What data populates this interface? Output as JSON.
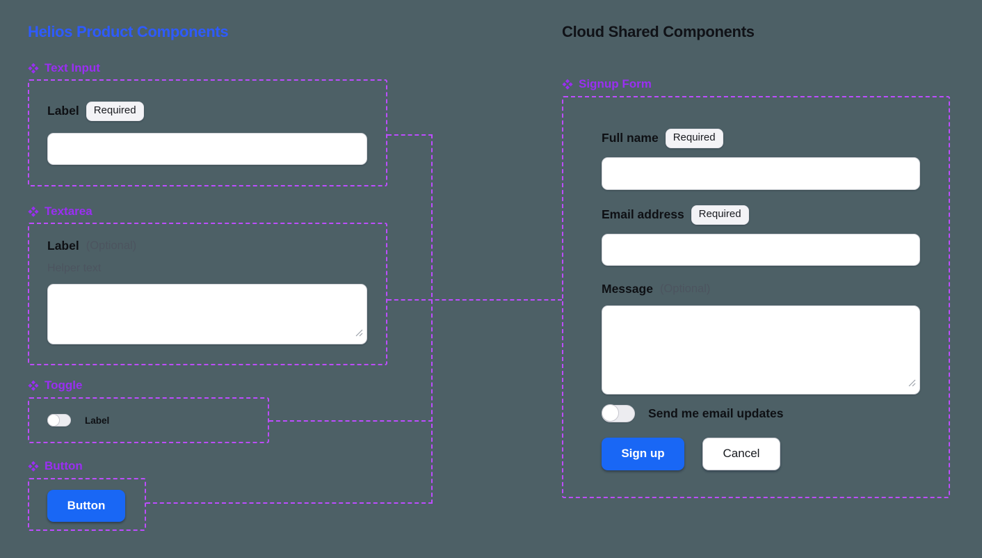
{
  "colors": {
    "background": "#4d6066",
    "component_purple_text": "#9a2ff2",
    "component_dashed_border": "#bd4dff",
    "left_title_blue": "#2e5bff",
    "right_title_black": "#101217",
    "primary_button_blue": "#1967f5",
    "muted_gray_text": "#4c545f"
  },
  "left": {
    "title": "Helios Product Components",
    "text_input": {
      "name": "Text Input",
      "field_label": "Label",
      "badge": "Required",
      "value": ""
    },
    "textarea": {
      "name": "Textarea",
      "field_label": "Label",
      "optional": "(Optional)",
      "helper": "Helper text",
      "value": ""
    },
    "toggle": {
      "name": "Toggle",
      "toggle_label": "Label",
      "state": "off"
    },
    "button": {
      "name": "Button",
      "button_label": "Button"
    }
  },
  "right": {
    "title": "Cloud Shared Components",
    "form": {
      "name": "Signup Form",
      "full_name": {
        "label": "Full name",
        "badge": "Required",
        "value": ""
      },
      "email": {
        "label": "Email address",
        "badge": "Required",
        "value": ""
      },
      "message": {
        "label": "Message",
        "optional": "(Optional)",
        "value": ""
      },
      "updates_toggle_label": "Send me email updates",
      "updates_toggle_state": "off",
      "submit_label": "Sign up",
      "cancel_label": "Cancel"
    }
  }
}
